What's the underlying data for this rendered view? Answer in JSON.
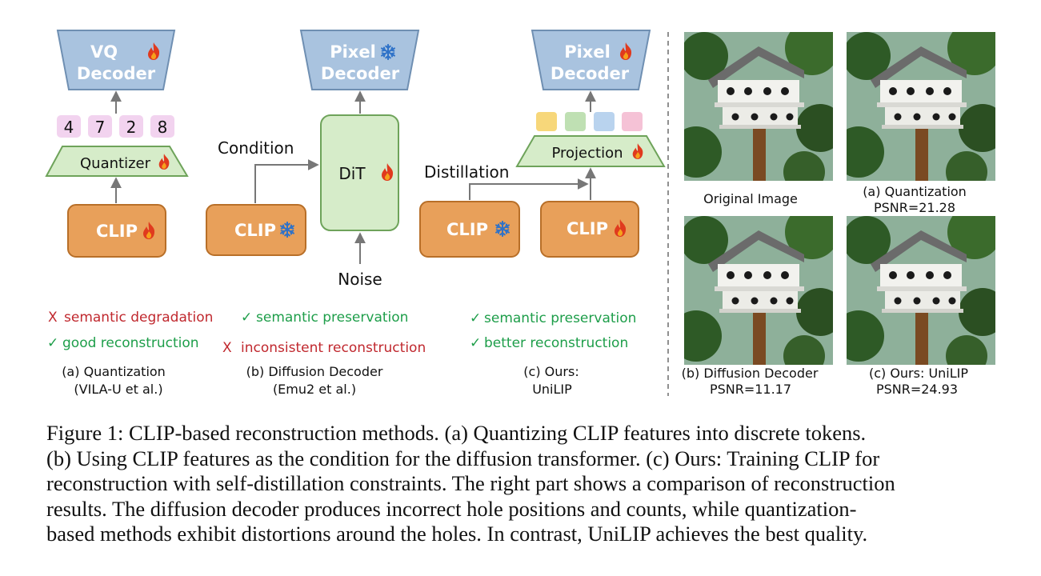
{
  "colors": {
    "decoder": "#a9c3df",
    "decoder_stroke": "#6f8fb2",
    "clip": "#e8a05a",
    "clip_stroke": "#b86f28",
    "green_box": "#d6ecc9",
    "green_stroke": "#6ea35a",
    "token_pink": "#f2d3ef",
    "check": "#1e9e4a",
    "cross": "#c0282e"
  },
  "icons": {
    "trainable": "fire-icon",
    "frozen": "snowflake-icon"
  },
  "panel_a": {
    "decoder_line1": "VQ",
    "decoder_line2": "Decoder",
    "tokens": [
      "4",
      "7",
      "2",
      "8"
    ],
    "quantizer": "Quantizer",
    "clip": "CLIP",
    "con": "semantic degradation",
    "pro": "good reconstruction",
    "caption_line1": "(a)  Quantization",
    "caption_line2": "(VILA-U et al.)"
  },
  "panel_b": {
    "decoder_line1": "Pixel",
    "decoder_line2": "Decoder",
    "dit": "DiT",
    "condition": "Condition",
    "noise": "Noise",
    "clip": "CLIP",
    "pro": "semantic preservation",
    "con": "inconsistent reconstruction",
    "caption_line1": "(b) Diffusion Decoder",
    "caption_line2": "(Emu2 et al.)"
  },
  "panel_c": {
    "decoder_line1": "Pixel",
    "decoder_line2": "Decoder",
    "projection": "Projection",
    "distillation": "Distillation",
    "clip_frozen": "CLIP",
    "clip_trained": "CLIP",
    "token_colors": [
      "#f7d77a",
      "#bfe0b3",
      "#b9d3ee",
      "#f5c2d6"
    ],
    "pro1": "semantic preservation",
    "pro2": "better reconstruction",
    "caption_line1": "(c) Ours:",
    "caption_line2": "UniLIP"
  },
  "marks": {
    "check": "✓",
    "cross": "X"
  },
  "comparison": {
    "original": "Original Image",
    "quant_label": "(a)  Quantization",
    "quant_psnr": "PSNR=21.28",
    "diff_label": "(b) Diffusion Decoder",
    "diff_psnr": "PSNR=11.17",
    "ours_label": "(c) Ours: UniLIP",
    "ours_psnr": "PSNR=24.93"
  },
  "caption": [
    "Figure 1:  CLIP-based reconstruction methods.  (a) Quantizing CLIP features into discrete tokens.",
    "(b) Using CLIP features as the condition for the diffusion transformer. (c) Ours: Training CLIP for",
    "reconstruction with self-distillation constraints. The right part shows a comparison of reconstruction",
    "results.  The diffusion decoder produces incorrect hole positions and counts, while quantization-",
    "based methods exhibit distortions around the holes. In contrast, UniLIP achieves the best quality."
  ]
}
